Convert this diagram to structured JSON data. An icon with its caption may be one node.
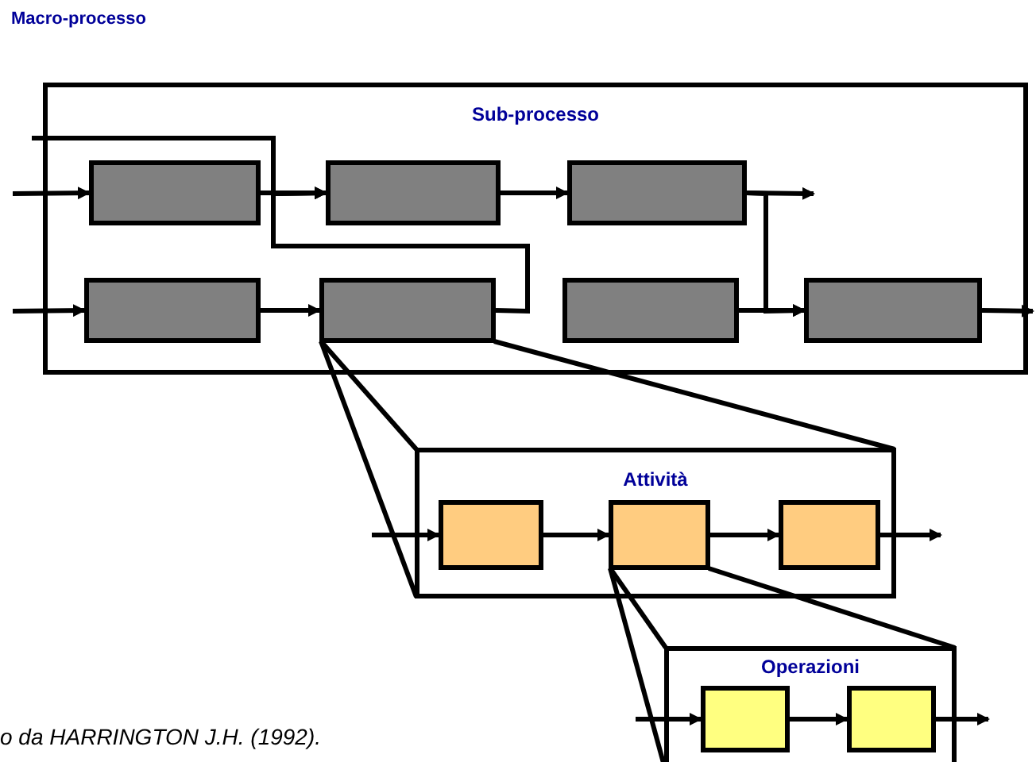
{
  "diagram": {
    "title": "Macro-processo",
    "caption": "o da HARRINGTON J.H. (1992).",
    "nodes": [
      {
        "text": [
          "Sub-processo"
        ]
      },
      {
        "text": [],
        "shape": "box",
        "in": 0
      },
      {
        "text": [],
        "shape": "box",
        "in": 0
      },
      {
        "text": [],
        "shape": "box",
        "in": 0
      },
      {
        "text": [],
        "shape": "box",
        "in": 0
      },
      {
        "text": [],
        "shape": "box",
        "in": 0
      },
      {
        "text": [],
        "shape": "box",
        "in": 0
      },
      {
        "text": [],
        "shape": "box",
        "in": 0
      },
      {
        "text": [
          "Attività"
        ]
      },
      {
        "text": [],
        "shape": "box",
        "in": 8
      },
      {
        "text": [],
        "shape": "box",
        "in": 8
      },
      {
        "text": [],
        "shape": "box",
        "in": 8
      },
      {
        "text": [
          "Operazioni"
        ]
      },
      {
        "text": [],
        "shape": "box",
        "in": 12
      },
      {
        "text": [],
        "shape": "box",
        "in": 12
      }
    ],
    "edges": [
      {
        "from": null,
        "to": 1,
        "arrow": "to"
      },
      {
        "from": 1,
        "to": 2,
        "arrow": "to"
      },
      {
        "from": null,
        "to": 2,
        "arrow": "to"
      },
      {
        "from": 5,
        "to": 2,
        "arrow": "to"
      },
      {
        "from": 2,
        "to": 3,
        "arrow": "to"
      },
      {
        "from": 3,
        "to": null,
        "arrow": "to"
      },
      {
        "from": 3,
        "to": 7,
        "arrow": "to"
      },
      {
        "from": null,
        "to": 4,
        "arrow": "to"
      },
      {
        "from": 4,
        "to": 5,
        "arrow": "to"
      },
      {
        "from": 6,
        "to": 7,
        "arrow": "to"
      },
      {
        "from": 7,
        "to": null,
        "arrow": "to"
      },
      {
        "from": 5,
        "to": 8,
        "arrow": "none"
      },
      {
        "from": 5,
        "to": 8,
        "arrow": "none"
      },
      {
        "from": 5,
        "to": 8,
        "arrow": "none"
      },
      {
        "from": null,
        "to": 9,
        "arrow": "to"
      },
      {
        "from": 9,
        "to": 10,
        "arrow": "to"
      },
      {
        "from": 10,
        "to": 11,
        "arrow": "to"
      },
      {
        "from": 11,
        "to": null,
        "arrow": "to"
      },
      {
        "from": 10,
        "to": 12,
        "arrow": "none"
      },
      {
        "from": 10,
        "to": 12,
        "arrow": "none"
      },
      {
        "from": 10,
        "to": 12,
        "arrow": "none"
      },
      {
        "from": null,
        "to": 13,
        "arrow": "to"
      },
      {
        "from": 13,
        "to": 14,
        "arrow": "to"
      },
      {
        "from": 14,
        "to": null,
        "arrow": "to"
      }
    ]
  }
}
